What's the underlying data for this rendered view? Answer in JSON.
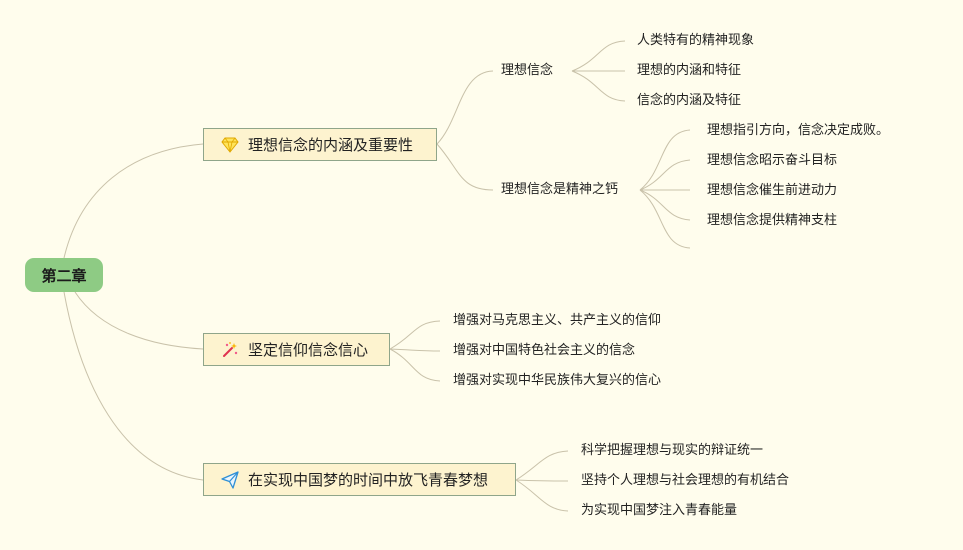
{
  "root": {
    "label": "第二章"
  },
  "branches": [
    {
      "label": "理想信念的内涵及重要性",
      "icon": "gem-icon",
      "children": [
        {
          "label": "理想信念",
          "items": [
            "人类特有的精神现象",
            "理想的内涵和特征",
            "信念的内涵及特征"
          ]
        },
        {
          "label": "理想信念是精神之钙",
          "items": [
            "理想指引方向，信念决定成败。",
            "理想信念昭示奋斗目标",
            "理想信念催生前进动力",
            "理想信念提供精神支柱"
          ]
        }
      ]
    },
    {
      "label": "坚定信仰信念信心",
      "icon": "sparkle-wand-icon",
      "items": [
        "增强对马克思主义、共产主义的信仰",
        "增强对中国特色社会主义的信念",
        "增强对实现中华民族伟大复兴的信心"
      ]
    },
    {
      "label": "在实现中国梦的时间中放飞青春梦想",
      "icon": "paper-plane-icon",
      "items": [
        "科学把握理想与现实的辩证统一",
        "坚持个人理想与社会理想的有机结合",
        "为实现中国梦注入青春能量"
      ]
    }
  ]
}
